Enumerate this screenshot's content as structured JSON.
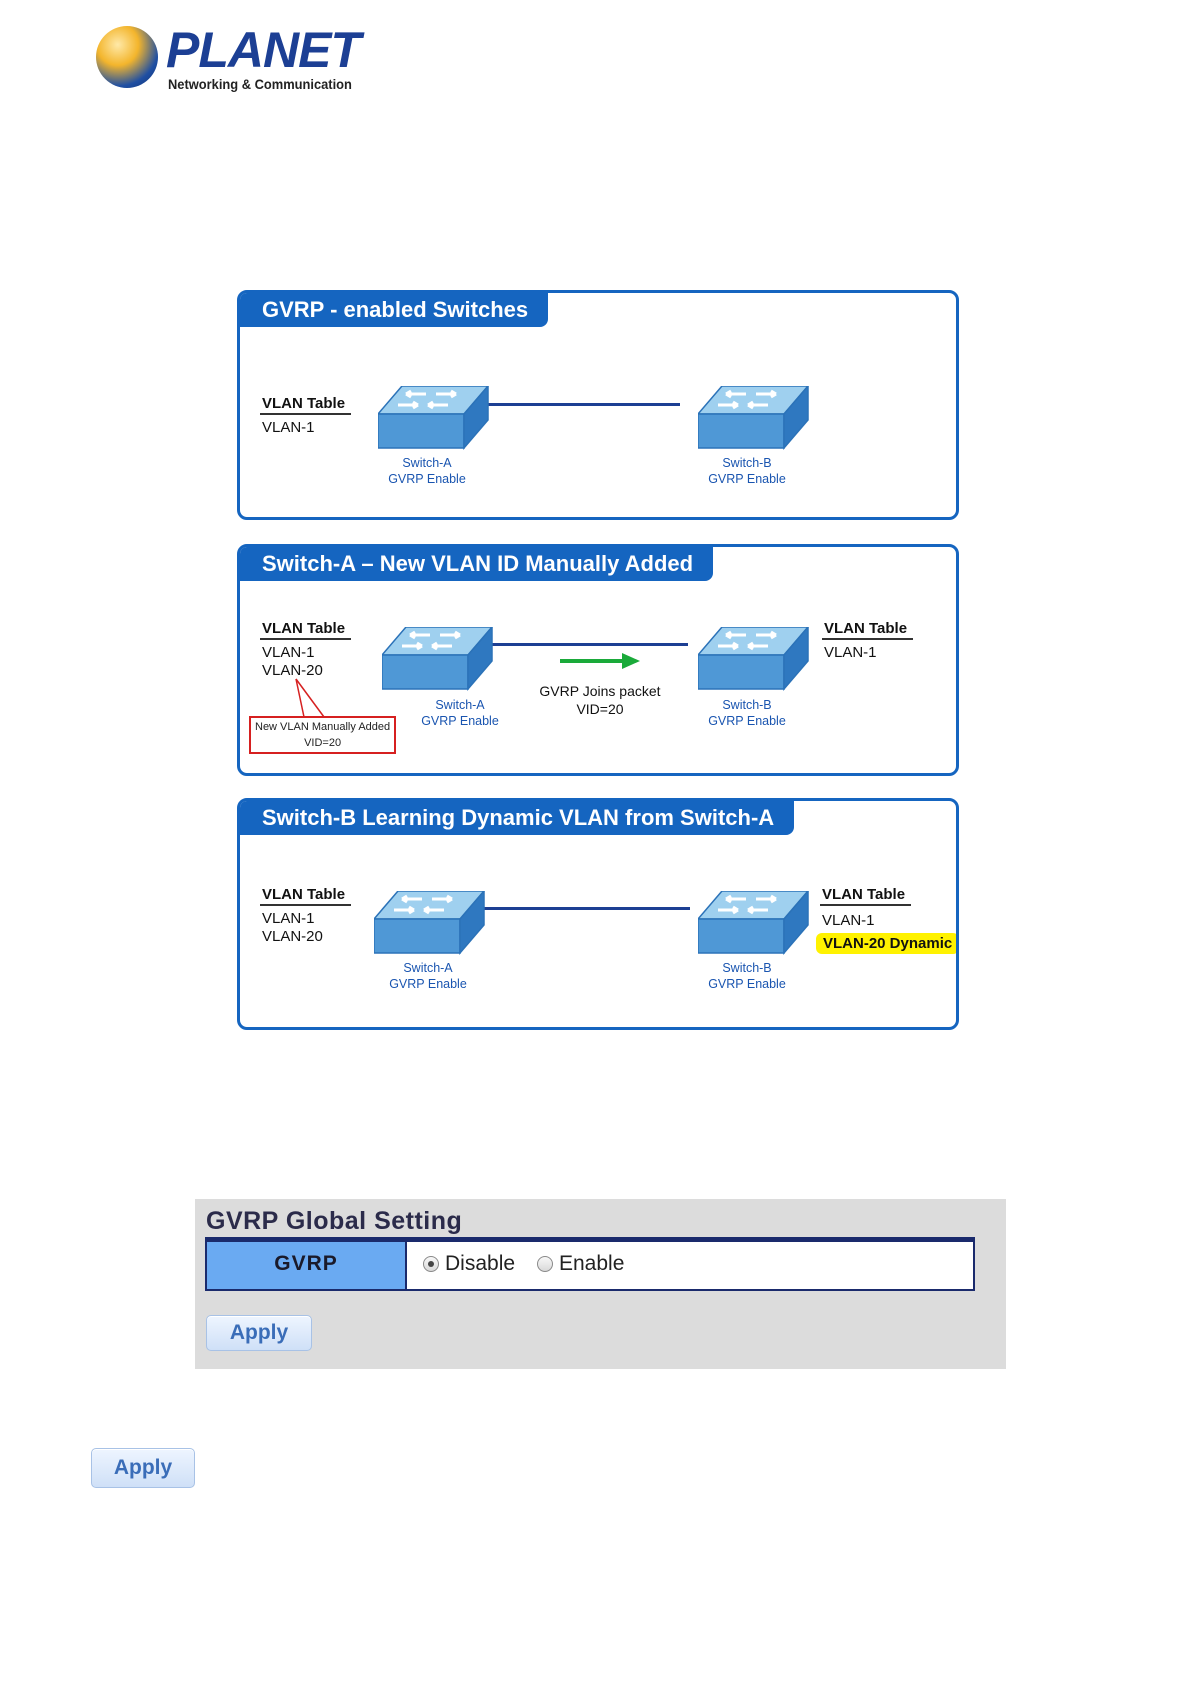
{
  "logo": {
    "brand": "PLANET",
    "tagline": "Networking & Communication"
  },
  "colors": {
    "panel_blue": "#1565c0",
    "link_blue": "#1d3f93",
    "arrow_green": "#1aaa3a",
    "note_red": "#d62020",
    "badge_yellow": "#fff200"
  },
  "diagram": {
    "panel1": {
      "title": "GVRP - enabled Switches",
      "left_table": {
        "header": "VLAN Table",
        "rows": [
          "VLAN-1"
        ]
      },
      "switch_a": {
        "name": "Switch-A",
        "status": "GVRP Enable"
      },
      "switch_b": {
        "name": "Switch-B",
        "status": "GVRP Enable"
      }
    },
    "panel2": {
      "title": "Switch-A – New VLAN ID Manually Added",
      "left_table": {
        "header": "VLAN Table",
        "rows": [
          "VLAN-1",
          "VLAN-20"
        ]
      },
      "right_table": {
        "header": "VLAN Table",
        "rows": [
          "VLAN-1"
        ]
      },
      "switch_a": {
        "name": "Switch-A",
        "status": "GVRP Enable"
      },
      "switch_b": {
        "name": "Switch-B",
        "status": "GVRP Enable"
      },
      "packet": {
        "line1": "GVRP Joins packet",
        "line2": "VID=20"
      },
      "note": {
        "line1": "New VLAN Manually Added",
        "line2": "VID=20"
      }
    },
    "panel3": {
      "title": "Switch-B Learning Dynamic VLAN from Switch-A",
      "left_table": {
        "header": "VLAN Table",
        "rows": [
          "VLAN-1",
          "VLAN-20"
        ]
      },
      "right_table": {
        "header": "VLAN Table",
        "rows": [
          "VLAN-1"
        ]
      },
      "dynamic_badge": "VLAN-20 Dynamic",
      "switch_a": {
        "name": "Switch-A",
        "status": "GVRP Enable"
      },
      "switch_b": {
        "name": "Switch-B",
        "status": "GVRP Enable"
      }
    }
  },
  "gvrp_setting": {
    "title": "GVRP Global Setting",
    "field_label": "GVRP",
    "options": [
      {
        "label": "Disable",
        "selected": true
      },
      {
        "label": "Enable",
        "selected": false
      }
    ],
    "apply_label": "Apply"
  },
  "standalone_apply": {
    "label": "Apply"
  }
}
